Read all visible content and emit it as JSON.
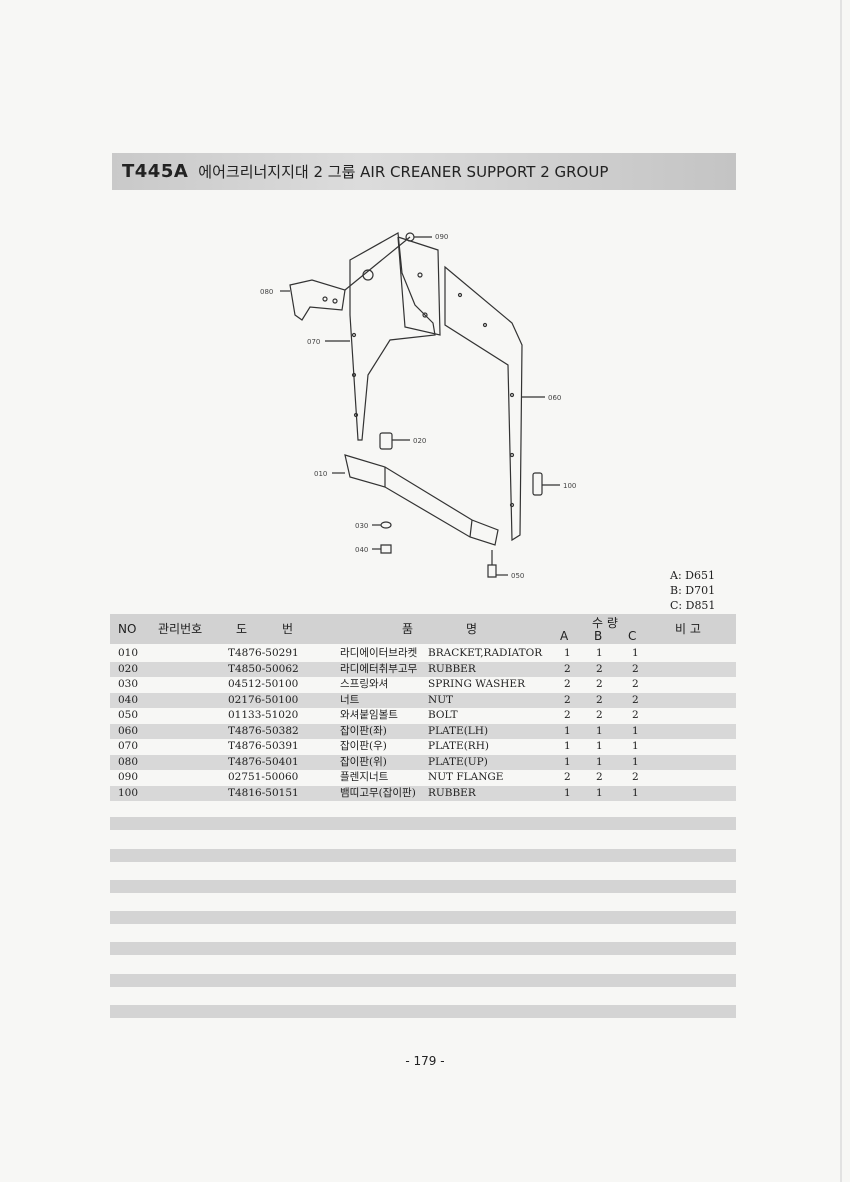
{
  "title": {
    "code": "T445A",
    "text": "에어크리너지지대 2 그룹  AIR CREANER SUPPORT 2 GROUP"
  },
  "diagram_labels": [
    "090",
    "080",
    "070",
    "060",
    "020",
    "010",
    "030",
    "040",
    "050",
    "100"
  ],
  "legend": [
    "A: D651",
    "B: D701",
    "C: D851"
  ],
  "table": {
    "headers": {
      "no": "NO",
      "mgmt": "관리번호",
      "drawing_a": "도",
      "drawing_b": "번",
      "name_a": "품",
      "name_b": "명",
      "qty": "수 량",
      "qa": "A",
      "qb": "B",
      "qc": "C",
      "remark": "비  고"
    },
    "rows": [
      {
        "no": "010",
        "part": "T4876-50291",
        "kr": "라디에이터브라켓",
        "en": "BRACKET,RADIATOR",
        "a": "1",
        "b": "1",
        "c": "1"
      },
      {
        "no": "020",
        "part": "T4850-50062",
        "kr": "라디에터취부고무",
        "en": "RUBBER",
        "a": "2",
        "b": "2",
        "c": "2"
      },
      {
        "no": "030",
        "part": "04512-50100",
        "kr": "스프링와셔",
        "en": "SPRING WASHER",
        "a": "2",
        "b": "2",
        "c": "2"
      },
      {
        "no": "040",
        "part": "02176-50100",
        "kr": "너트",
        "en": "NUT",
        "a": "2",
        "b": "2",
        "c": "2"
      },
      {
        "no": "050",
        "part": "01133-51020",
        "kr": "와셔붙임볼트",
        "en": "BOLT",
        "a": "2",
        "b": "2",
        "c": "2"
      },
      {
        "no": "060",
        "part": "T4876-50382",
        "kr": "잡이판(좌)",
        "en": "PLATE(LH)",
        "a": "1",
        "b": "1",
        "c": "1"
      },
      {
        "no": "070",
        "part": "T4876-50391",
        "kr": "잡이판(우)",
        "en": "PLATE(RH)",
        "a": "1",
        "b": "1",
        "c": "1"
      },
      {
        "no": "080",
        "part": "T4876-50401",
        "kr": "잡이판(위)",
        "en": "PLATE(UP)",
        "a": "1",
        "b": "1",
        "c": "1"
      },
      {
        "no": "090",
        "part": "02751-50060",
        "kr": "플렌지너트",
        "en": "NUT FLANGE",
        "a": "2",
        "b": "2",
        "c": "2"
      },
      {
        "no": "100",
        "part": "T4816-50151",
        "kr": "뱀띠고무(잡이판)",
        "en": "RUBBER",
        "a": "1",
        "b": "1",
        "c": "1"
      }
    ]
  },
  "page_number": "- 179 -"
}
